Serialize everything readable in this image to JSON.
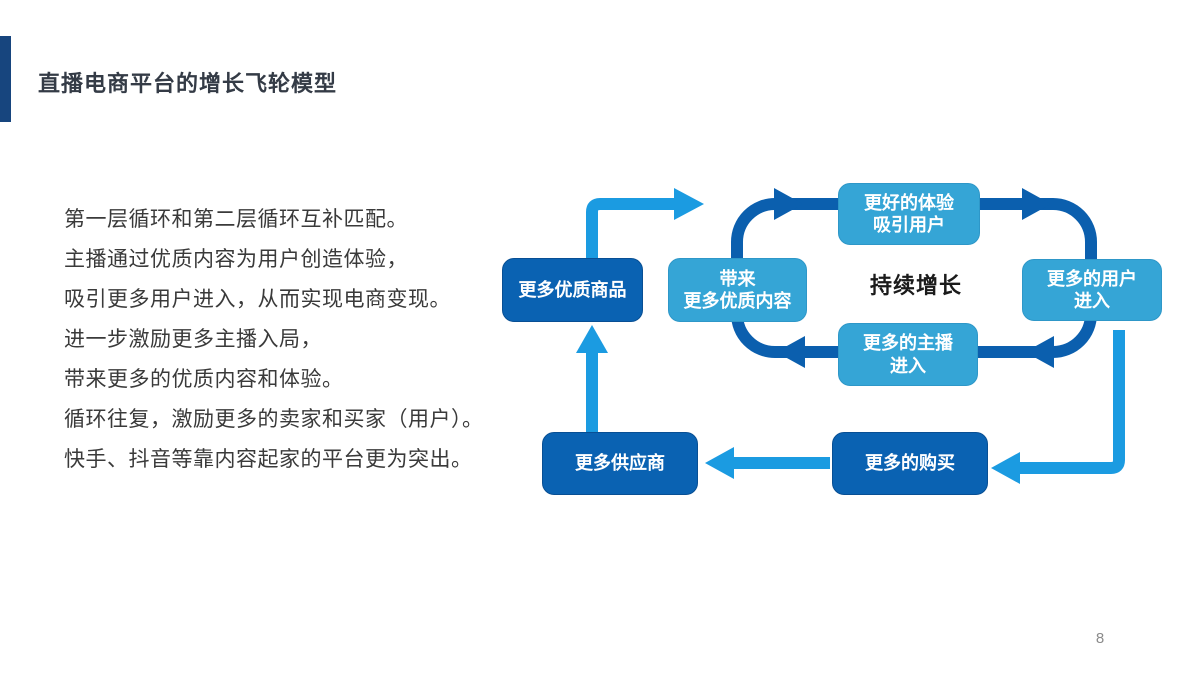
{
  "title": "直播电商平台的增长飞轮模型",
  "page_number": "8",
  "body_lines": [
    "第一层循环和第二层循环互补匹配。",
    "主播通过优质内容为用户创造体验，",
    "吸引更多用户进入，从而实现电商变现。",
    "进一步激励更多主播入局，",
    "带来更多的优质内容和体验。",
    "循环往复，激励更多的卖家和买家（用户）。",
    "快手、抖音等靠内容起家的平台更为突出。"
  ],
  "diagram": {
    "center_label": "持续增长",
    "nodes": [
      {
        "id": "more-quality-products",
        "label": "更多优质商品",
        "style": "dark"
      },
      {
        "id": "brings-more-quality-content",
        "label": "带来\n更多优质内容",
        "style": "light"
      },
      {
        "id": "better-experience-attracts-users",
        "label": "更好的体验\n吸引用户",
        "style": "light"
      },
      {
        "id": "more-users-enter",
        "label": "更多的用户\n进入",
        "style": "light"
      },
      {
        "id": "more-hosts-enter",
        "label": "更多的主播\n进入",
        "style": "light"
      },
      {
        "id": "more-suppliers",
        "label": "更多供应商",
        "style": "dark"
      },
      {
        "id": "more-purchases",
        "label": "更多的购买",
        "style": "dark"
      }
    ],
    "colors": {
      "dark_box": "#0A62B2",
      "light_box": "#35A5D6",
      "arrow_blue": "#1B9BE1",
      "loop_navy": "#0B5FAE",
      "accent_bar": "#17457E",
      "title_text": "#343B46",
      "body_text": "#3A3A3A",
      "center_label_text": "#1B1B1B",
      "page_number_text": "#8B8B8B"
    }
  }
}
